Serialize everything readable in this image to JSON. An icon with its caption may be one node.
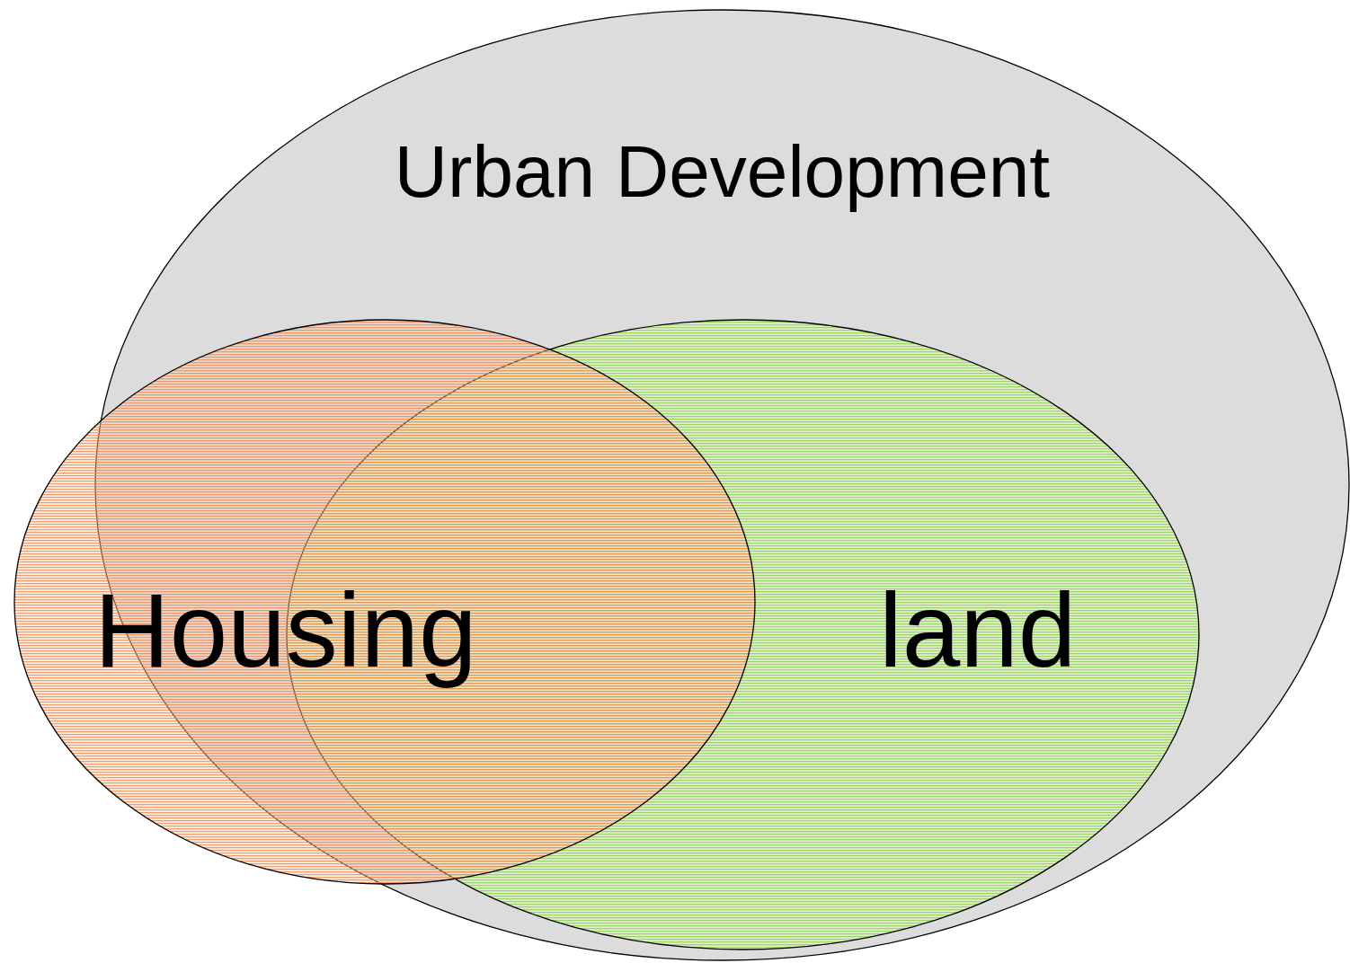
{
  "diagram": {
    "nodes": [
      {
        "text": [
          "Urban Development"
        ]
      },
      {
        "text": [
          "Housing"
        ]
      },
      {
        "text": [
          "land"
        ],
        "in": 0
      }
    ]
  }
}
